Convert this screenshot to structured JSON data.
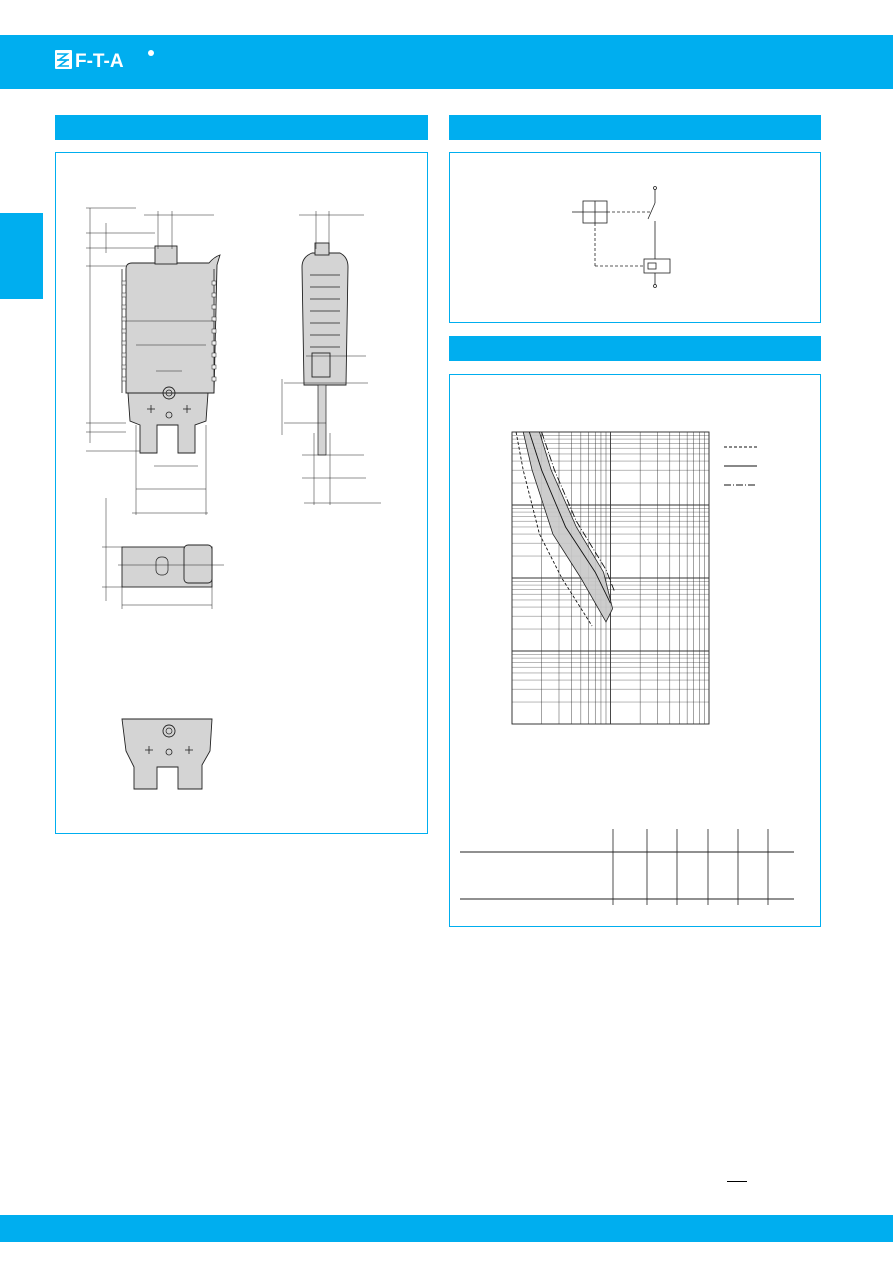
{
  "header": {
    "logo_text": "F-T-A",
    "logo_mark": "registered"
  },
  "colors": {
    "brand": "#00aeef",
    "band": "#c8c8c8"
  },
  "icons": [
    "brand-logo-icon"
  ],
  "legend_styles": [
    "dashed",
    "solid",
    "dash-dot"
  ],
  "chart_data": {
    "type": "line",
    "title": "",
    "xlabel": "",
    "ylabel": "",
    "x_scale": "log",
    "y_scale": "log",
    "grid": true,
    "legend_placement": "right",
    "series": [
      {
        "style": "dashed",
        "points": [
          [
            1.1,
            1000
          ],
          [
            1.3,
            300
          ],
          [
            1.9,
            40
          ],
          [
            3.2,
            10
          ],
          [
            6.5,
            2.2
          ]
        ]
      },
      {
        "style": "solid",
        "points": [
          [
            1.5,
            1000
          ],
          [
            2.0,
            300
          ],
          [
            3.5,
            50
          ],
          [
            7.0,
            12
          ],
          [
            10.0,
            4.5
          ]
        ]
      },
      {
        "style": "dash-dot",
        "points": [
          [
            2.0,
            1000
          ],
          [
            2.7,
            300
          ],
          [
            4.5,
            60
          ],
          [
            9.0,
            13
          ],
          [
            11.0,
            6.5
          ]
        ]
      }
    ],
    "band": {
      "lower": [
        [
          1.3,
          1000
        ],
        [
          1.6,
          300
        ],
        [
          2.6,
          40
        ],
        [
          5.0,
          10
        ],
        [
          9.0,
          2.5
        ]
      ],
      "upper": [
        [
          1.9,
          1000
        ],
        [
          2.5,
          300
        ],
        [
          4.5,
          50
        ],
        [
          8.5,
          12
        ],
        [
          10.5,
          3.8
        ]
      ]
    }
  },
  "table": {
    "rows": 2,
    "columns": 6
  }
}
